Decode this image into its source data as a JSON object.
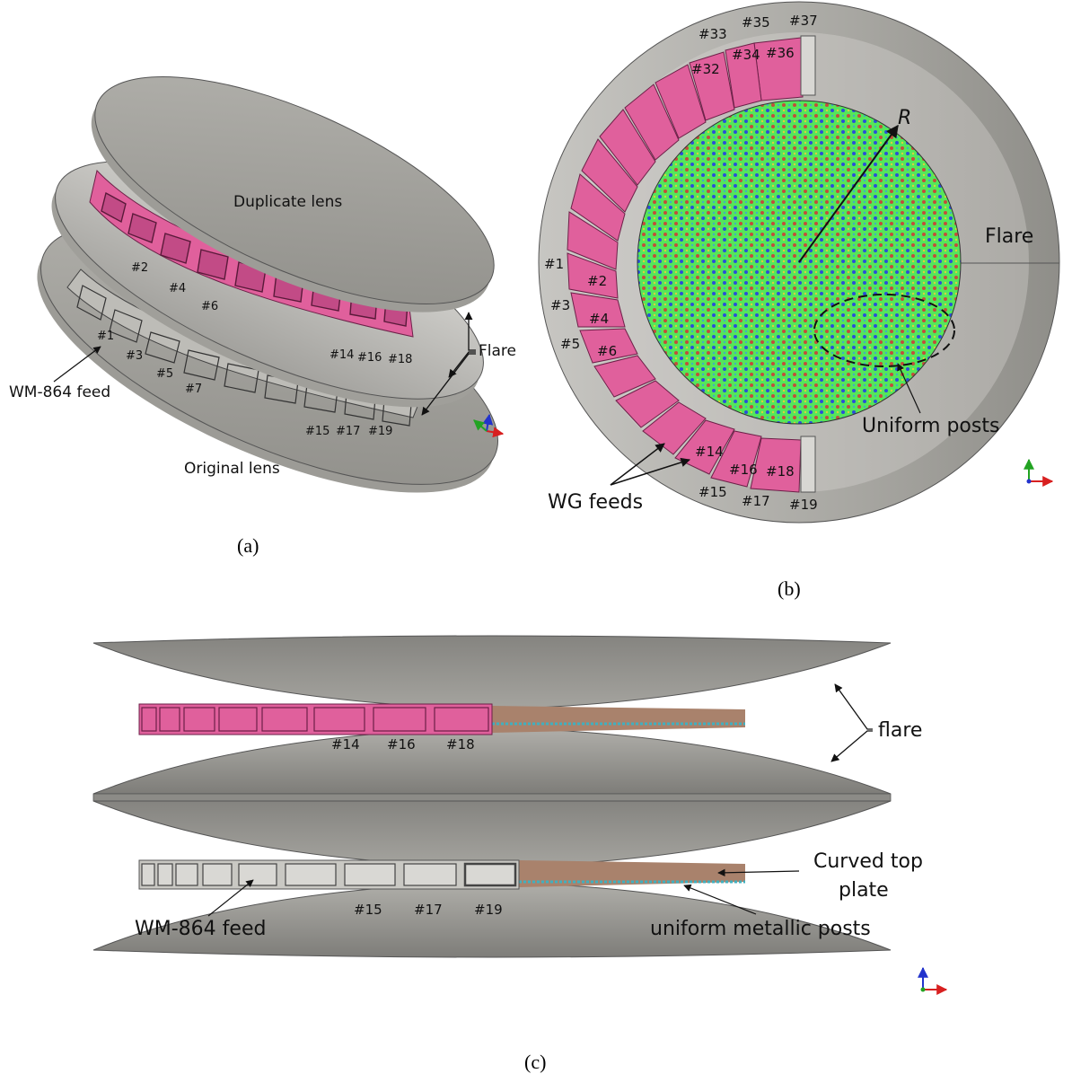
{
  "colors": {
    "metal": "#9a9994",
    "metal_light": "#c4c3be",
    "metal_dark": "#6f6e6a",
    "feed_pink": "#e0609c",
    "feed_pink_dark": "#a8346d",
    "lens_green": "#55e65a",
    "post_blue": "#2a4fd8",
    "post_red": "#c24e3a",
    "post_yellow": "#d9d33b",
    "plate_brown": "#a9826c",
    "axis_x": "#d82020",
    "axis_y": "#22a322",
    "axis_z": "#2233cc"
  },
  "panel_a": {
    "caption": "(a)",
    "duplicate_lens": "Duplicate lens",
    "original_lens": "Original  lens",
    "flare": "Flare",
    "feed": "WM-864 feed",
    "even_ports": [
      "#2",
      "#4",
      "#6",
      "#14",
      "#16",
      "#18"
    ],
    "odd_ports": [
      "#1",
      "#3",
      "#5",
      "#7",
      "#15",
      "#17",
      "#19"
    ],
    "triad_icon": "xyz-axes-icon"
  },
  "panel_b": {
    "caption": "(b)",
    "radius": "R",
    "flare": "Flare",
    "uniform_posts": "Uniform posts",
    "wg_feeds": "WG feeds",
    "ports_top": [
      "#33",
      "#35",
      "#37",
      "#32",
      "#34",
      "#36"
    ],
    "ports_left": [
      "#1",
      "#2",
      "#3",
      "#4",
      "#5",
      "#6"
    ],
    "ports_bottom": [
      "#14",
      "#16",
      "#18",
      "#15",
      "#17",
      "#19"
    ],
    "triad_icon": "xy-axes-icon"
  },
  "panel_c": {
    "caption": "(c)",
    "flare": "flare",
    "curved_top_plate": "Curved top plate",
    "curved_top_plate_line1": "Curved top",
    "curved_top_plate_line2": "plate",
    "uniform_posts": "uniform metallic posts",
    "feed": "WM-864 feed",
    "even_ports": [
      "#14",
      "#16",
      "#18"
    ],
    "odd_ports": [
      "#15",
      "#17",
      "#19"
    ],
    "triad_icon": "xz-axes-icon"
  }
}
